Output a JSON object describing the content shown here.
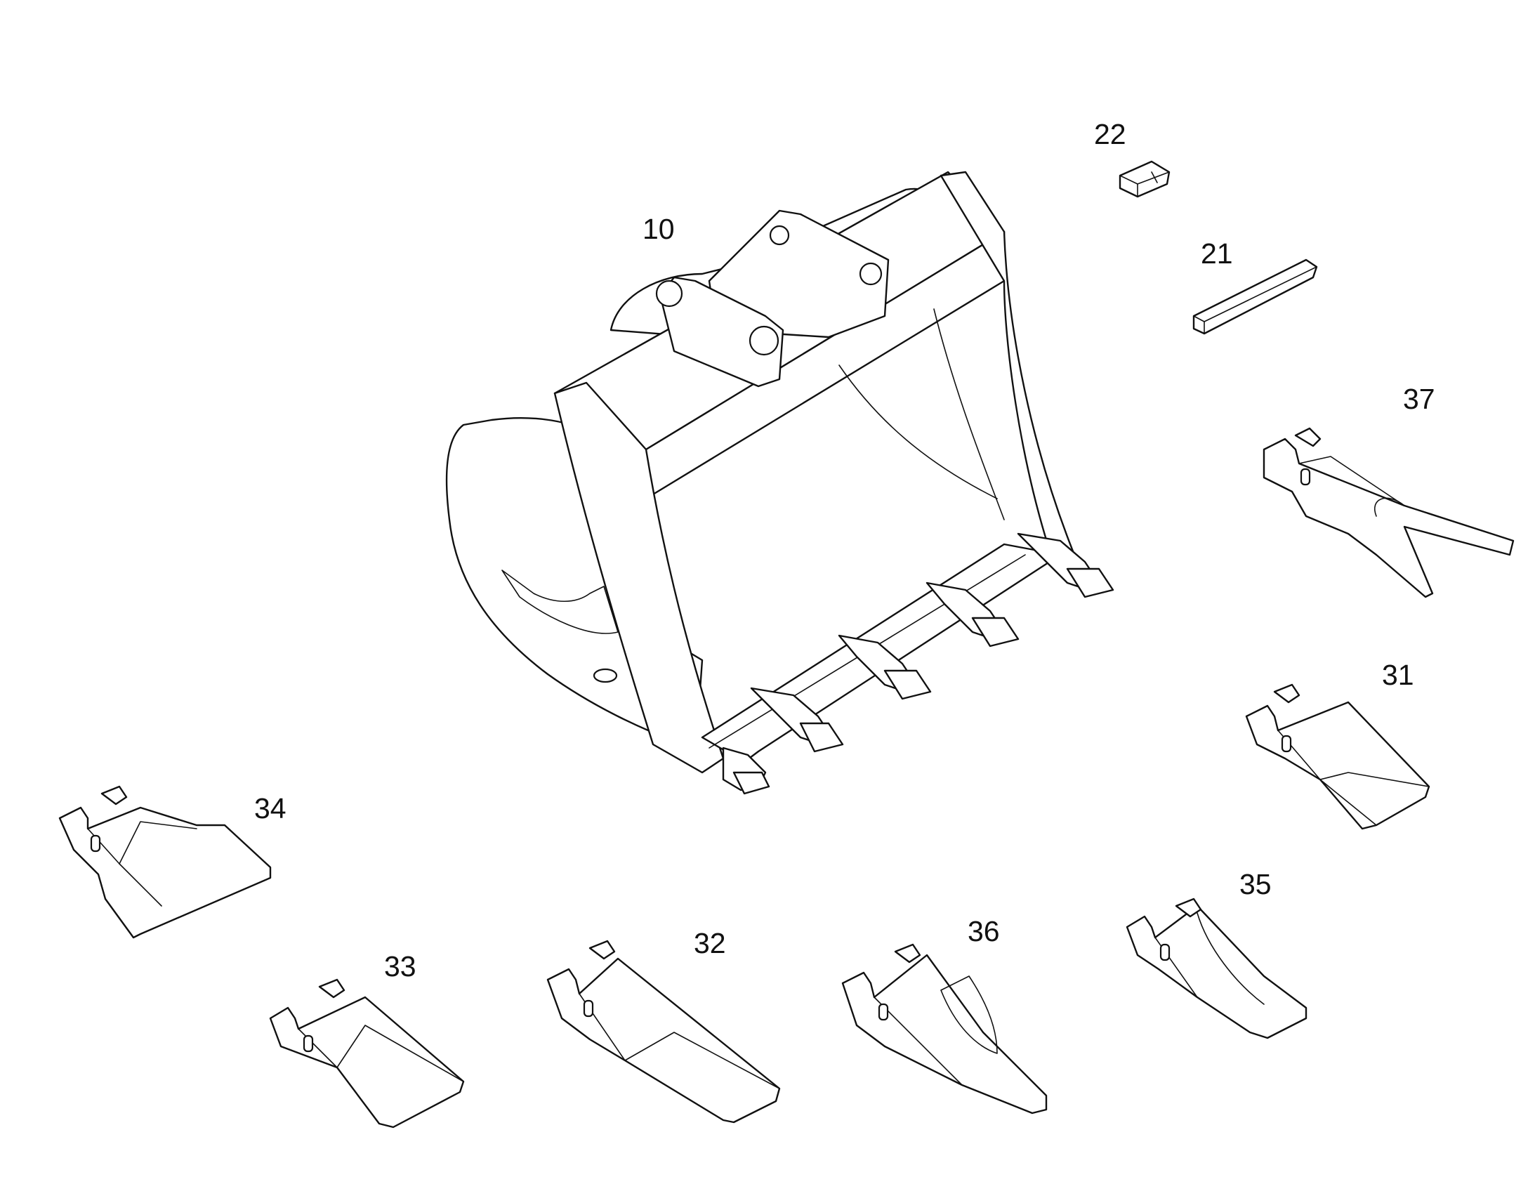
{
  "diagram": {
    "callouts": [
      {
        "id": "10"
      },
      {
        "id": "22"
      },
      {
        "id": "21"
      },
      {
        "id": "37"
      },
      {
        "id": "31"
      },
      {
        "id": "34"
      },
      {
        "id": "35"
      },
      {
        "id": "33"
      },
      {
        "id": "32"
      },
      {
        "id": "36"
      }
    ]
  }
}
